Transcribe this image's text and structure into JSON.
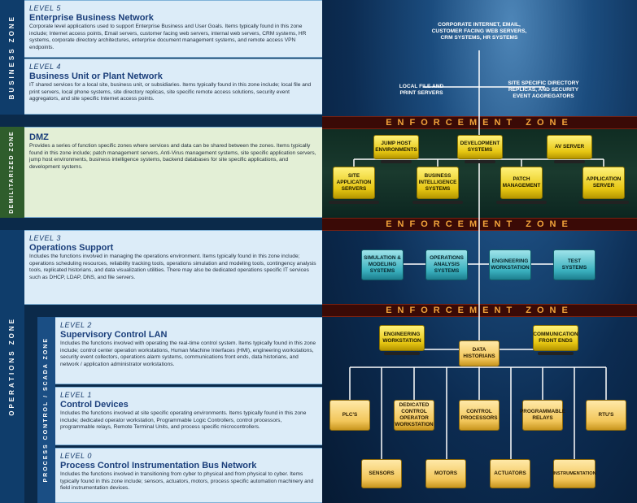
{
  "colors": {
    "business_panel": "#dcecf8",
    "dmz_panel": "#e3efd6",
    "ops_panel": "#dcecf8",
    "enforcement_band": "#3a0a06",
    "enforcement_text": "#f2a33a",
    "node_yellow": "#e6c612",
    "node_teal": "#3ab0be",
    "bus_line": "#ffffff"
  },
  "zones": {
    "business": "BUSINESS ZONE",
    "dmz": "DEMILITARIZED ZONE",
    "operations": "OPERATIONS ZONE",
    "process_control": "PROCESS CONTROL / SCADA ZONE"
  },
  "levels": {
    "l5": {
      "level": "LEVEL 5",
      "title": "Enterprise Business Network",
      "text": "Corporate level applications used to support Enterprise Business and User Goals.  Items typically found in this zone include; Internet access points, Email servers, customer facing web servers, internal web servers, CRM systems, HR systems, corporate directory architectures, enterprise document management systems, and remote access VPN endpoints."
    },
    "l4": {
      "level": "LEVEL 4",
      "title": "Business Unit or Plant Network",
      "text": "IT shared services for a local site, business unit, or subsidiaries.  Items typically found in this zone include; local file and print servers, local phone systems, site directory replicas, site specific remote access solutions, security event aggregators, and site specific Internet access points."
    },
    "dmz": {
      "level": "",
      "title": "DMZ",
      "text": "Provides a series of function specific zones where services and data can be shared between the zones.  Items typically found in this zone include; patch management servers, Anti-Virus management systems, site specific application servers, jump host environments, business intelligence systems, backend databases for site specific applications, and development systems."
    },
    "l3": {
      "level": "LEVEL 3",
      "title": "Operations Support",
      "text": "Includes the functions involved in managing the operations environment. Items typically found in this zone include; operations scheduling resources, reliability tracking tools, operations simulation and modeling tools, contingency analysis tools, replicated historians, and data visualization utilities.  There may also be dedicated operations specific IT services such as DHCP, LDAP, DNS, and file servers."
    },
    "l2": {
      "level": "LEVEL 2",
      "title": "Supervisory Control LAN",
      "text": "Includes the functions involved with operating the real-time control system.  Items typically found in this zone include; control center operation workstations, Human Machine Interfaces (HMI), engineering workstations, security event collectors, operations alarm systems, communications front ends, data historians, and network / application administrator workstations."
    },
    "l1": {
      "level": "LEVEL 1",
      "title": "Control Devices",
      "text": "Includes the functions involved at site specific operating environments. Items typically found in this zone include; dedicated operator workstation, Programmable Logic Controllers, control processors, programmable relays, Remote Terminal Units, and process specific microcontrollers."
    },
    "l0": {
      "level": "LEVEL 0",
      "title": "Process Control Instrumentation Bus Network",
      "text": "Includes the functions involved in transitioning from cyber to physical and from physical to cyber.  Items typically found in this zone include; sensors, actuators, motors, process specific automation machinery and field instrumentation devices."
    }
  },
  "enforcement": "ENFORCEMENT ZONE",
  "diagram": {
    "corporate": "CORPORATE INTERNET, EMAIL, CUSTOMER FACING WEB SERVERS, CRM SYSTEMS, HR SYSTEMS",
    "local_file": "LOCAL FILE AND PRINT SERVERS",
    "site_specific": "SITE SPECIFIC DIRECTORY REPLICAS, AND SECURITY EVENT AGGREGATORS",
    "jump_host": "JUMP HOST ENVIRONMENTS",
    "development": "DEVELOPMENT SYSTEMS",
    "av_server": "AV SERVER",
    "site_app": "SITE APPLICATION SERVERS",
    "bi": "BUSINESS INTELLIGENCE SYSTEMS",
    "patch": "PATCH MANAGEMENT",
    "app_server": "APPLICATION SERVER",
    "simulation": "SIMULATION & MODELING SYSTEMS",
    "ops_analysis": "OPERATIONS ANALYSIS SYSTEMS",
    "eng_ws3": "ENGINEERING WORKSTATION",
    "test": "TEST SYSTEMS",
    "eng_ws2": "ENGINEERING WORKSTATION",
    "data_hist": "DATA HISTORIANS",
    "comm_fe": "COMMUNICATION FRONT ENDS",
    "plc": "PLC'S",
    "ded_op": "DEDICATED CONTROL OPERATOR WORKSTATION",
    "ctrl_proc": "CONTROL PROCESSORS",
    "prog_relay": "PROGRAMMABLE RELAYS",
    "rtu": "RTU'S",
    "sensors": "SENSORS",
    "motors": "MOTORS",
    "actuators": "ACTUATORS",
    "instrumentation": "INSTRUMENTATION"
  }
}
